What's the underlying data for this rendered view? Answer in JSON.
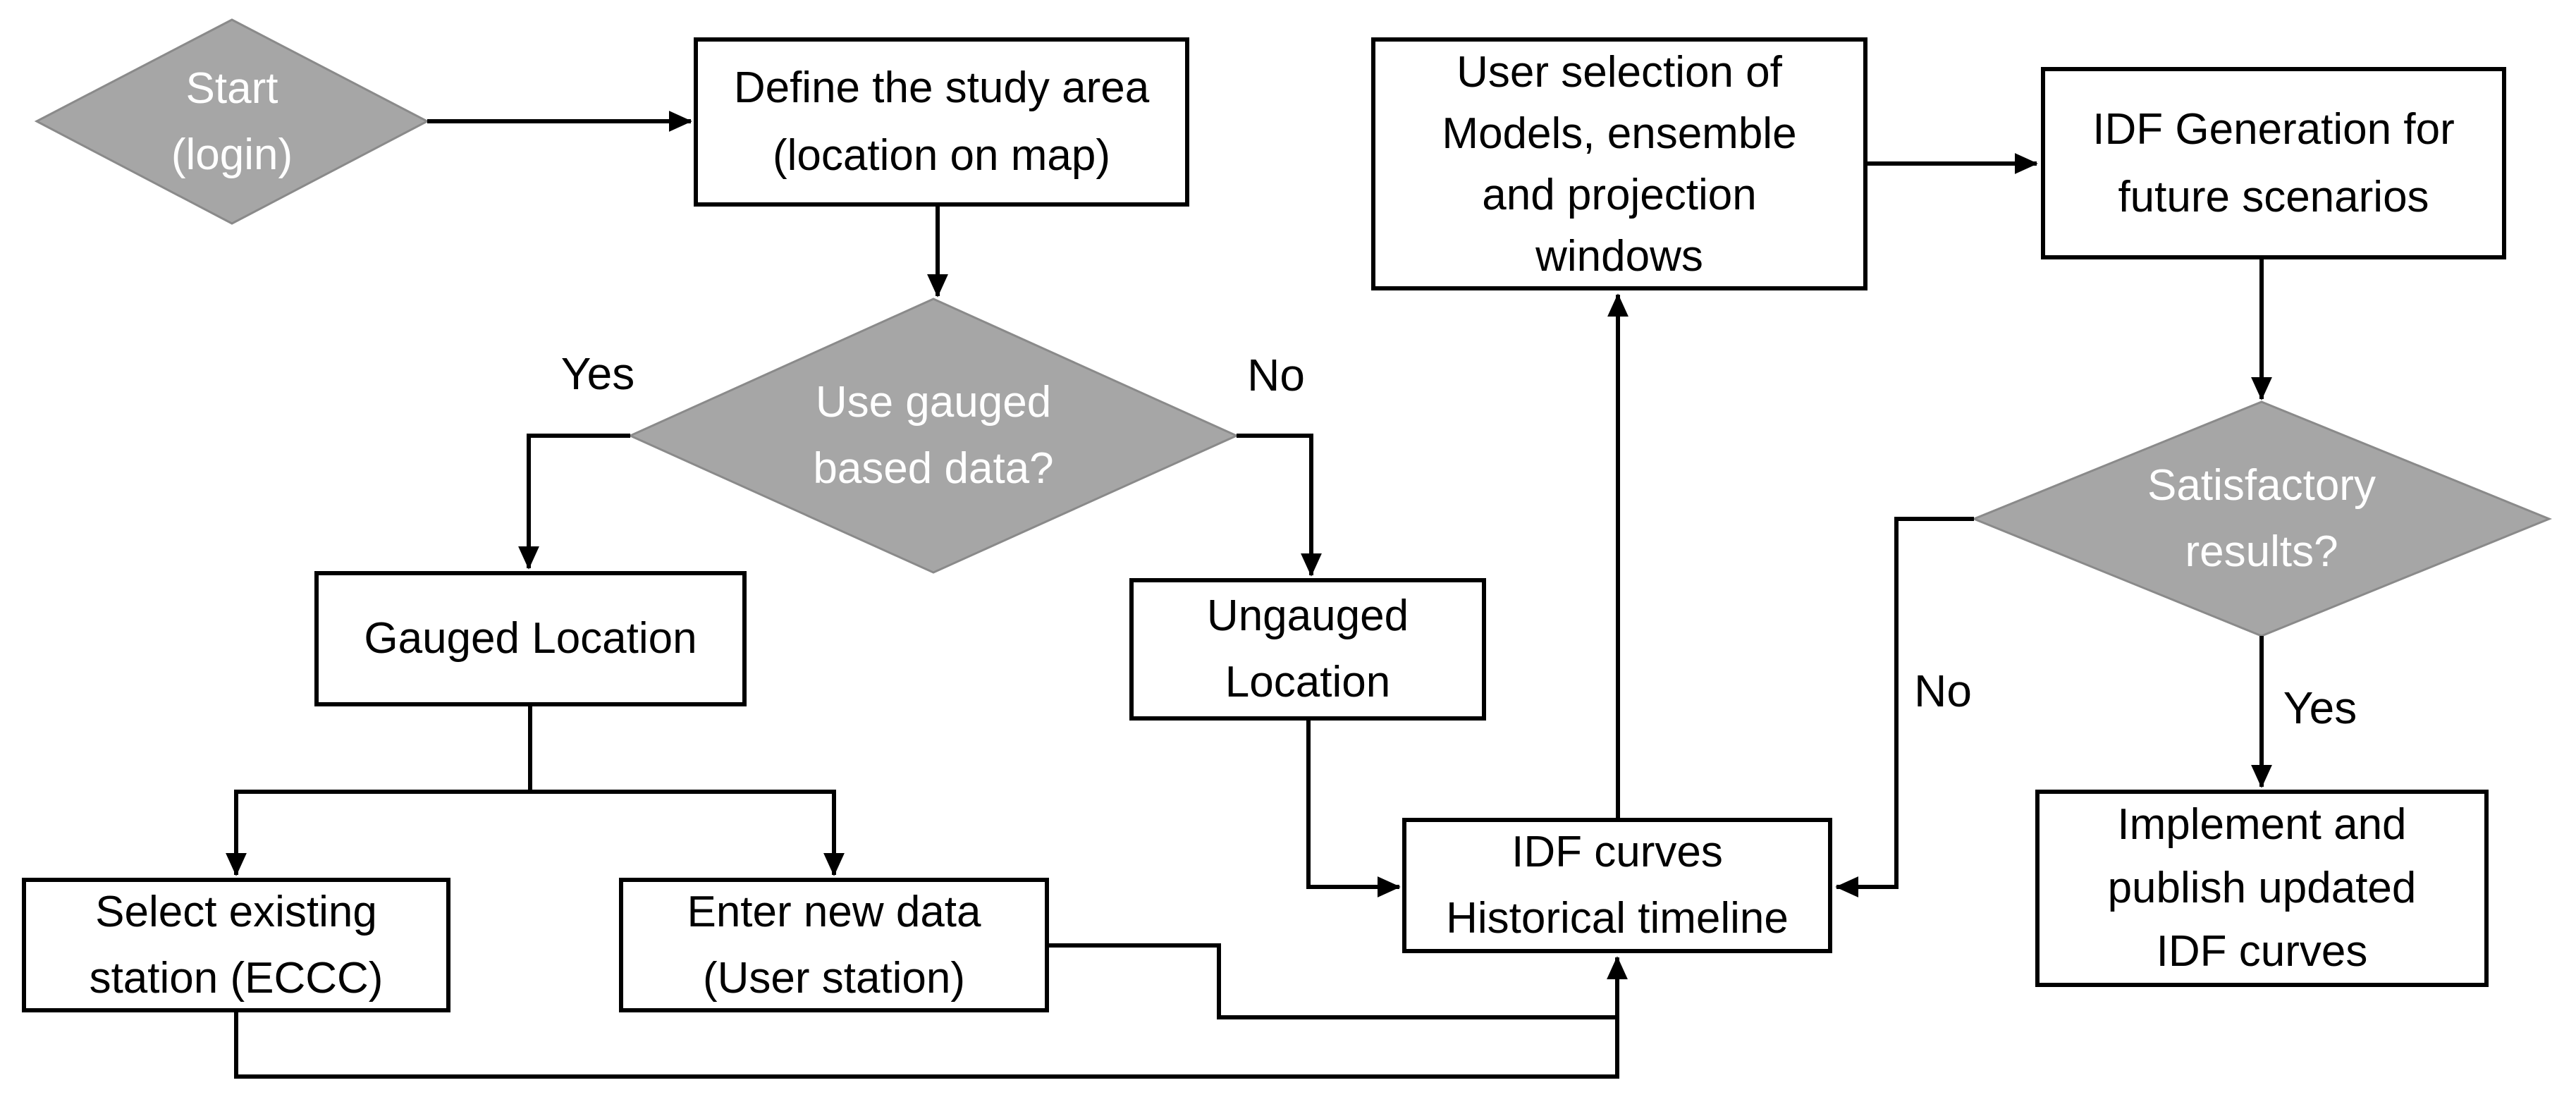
{
  "diagram": {
    "background": "#ffffff",
    "colors": {
      "diamond_fill": "#a6a6a6",
      "diamond_border": "#8a8a8a",
      "diamond_text": "#ffffff",
      "box_fill": "#ffffff",
      "box_border": "#000000",
      "box_text": "#000000",
      "connector": "#000000"
    },
    "nodes": {
      "start": {
        "label": "Start\n(login)",
        "shape": "diamond"
      },
      "define": {
        "label": "Define the study area\n(location on map)",
        "shape": "rect"
      },
      "use_gauged": {
        "label": "Use gauged\nbased data?",
        "shape": "diamond"
      },
      "gauged_location": {
        "label": "Gauged Location",
        "shape": "rect"
      },
      "ungauged_location": {
        "label": "Ungauged\nLocation",
        "shape": "rect"
      },
      "select_station": {
        "label": "Select existing\nstation (ECCC)",
        "shape": "rect"
      },
      "enter_new_data": {
        "label": "Enter new data\n(User station)",
        "shape": "rect"
      },
      "idf_curves": {
        "label": "IDF curves\nHistorical timeline",
        "shape": "rect"
      },
      "user_selection": {
        "label": "User selection of\nModels, ensemble\nand projection\nwindows",
        "shape": "rect"
      },
      "idf_generation": {
        "label": "IDF Generation for\nfuture scenarios",
        "shape": "rect"
      },
      "satisfactory": {
        "label": "Satisfactory\nresults?",
        "shape": "diamond"
      },
      "implement": {
        "label": "Implement and\npublish updated\nIDF curves",
        "shape": "rect"
      }
    },
    "edge_labels": {
      "use_gauged_yes": "Yes",
      "use_gauged_no": "No",
      "satisfactory_no": "No",
      "satisfactory_yes": "Yes"
    }
  }
}
